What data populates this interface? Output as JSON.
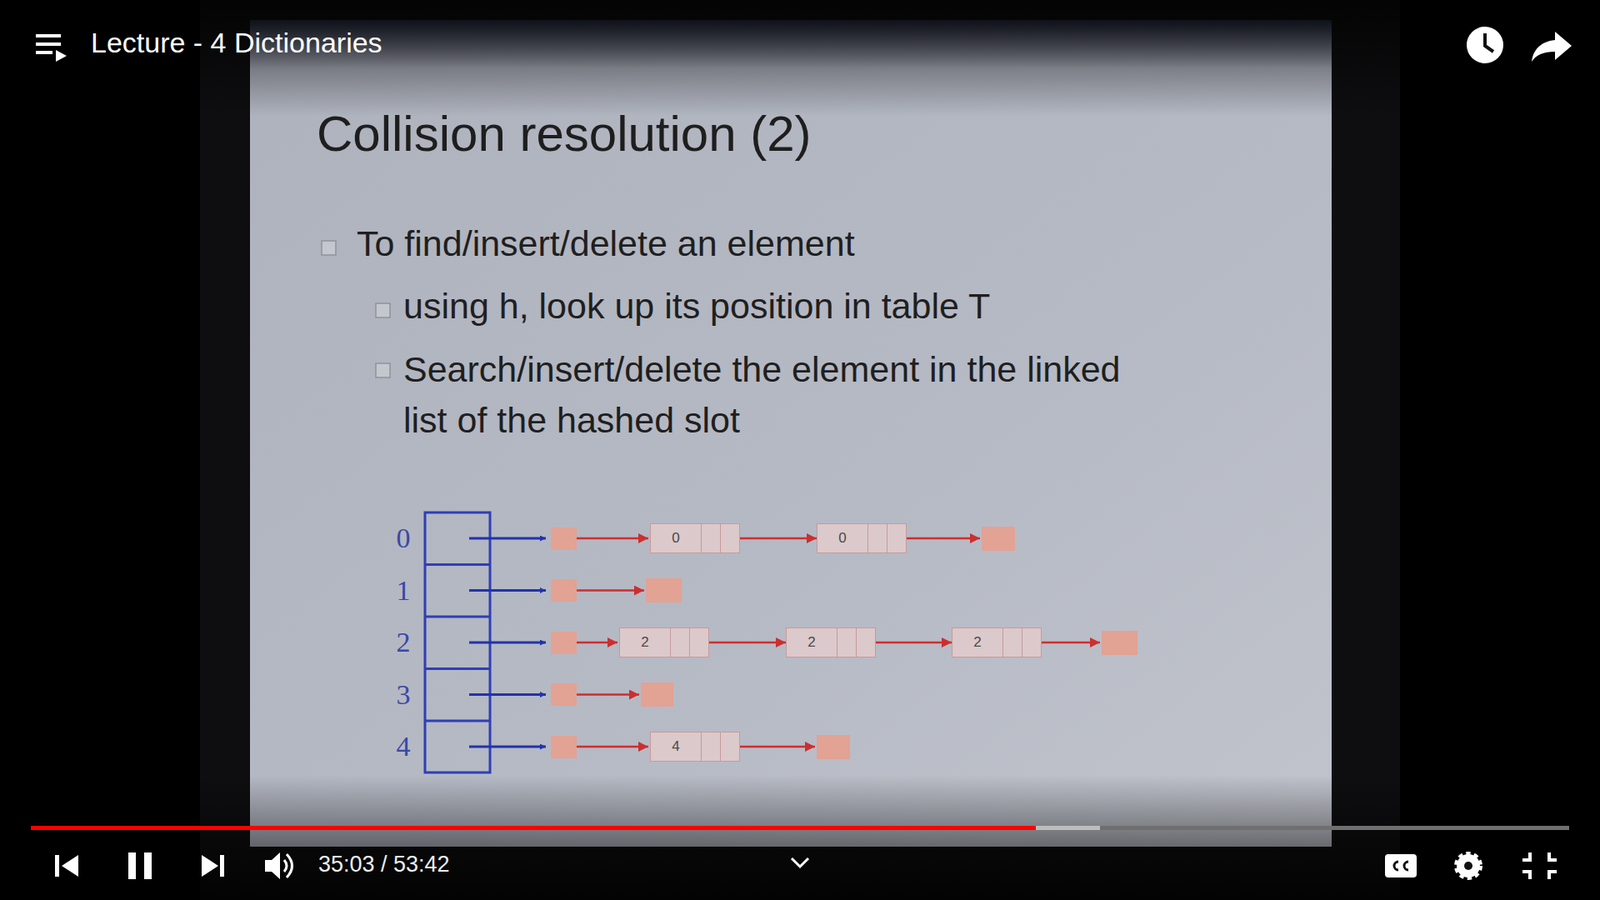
{
  "diagram": {
    "title": "Collision resolution (2)",
    "nodes": [
      {
        "text": [
          "0"
        ]
      },
      {
        "text": [
          "0"
        ]
      },
      {
        "text": [
          "2"
        ]
      },
      {
        "text": [
          "2"
        ]
      },
      {
        "text": [
          "2"
        ]
      },
      {
        "text": [
          "4"
        ]
      }
    ],
    "edges": [
      {
        "from": 0,
        "to": 1,
        "arrow": "to"
      },
      {
        "from": 2,
        "to": 3,
        "arrow": "to"
      },
      {
        "from": 3,
        "to": 4,
        "arrow": "to"
      }
    ],
    "labels": [
      "Lecture - 4 Dictionaries",
      "To find/insert/delete an element",
      "using h, look up its position in table T",
      "Search/insert/delete the element in the linked list of the hashed slot",
      "0",
      "1",
      "2",
      "3",
      "4",
      "35:03 / 53:42"
    ]
  }
}
